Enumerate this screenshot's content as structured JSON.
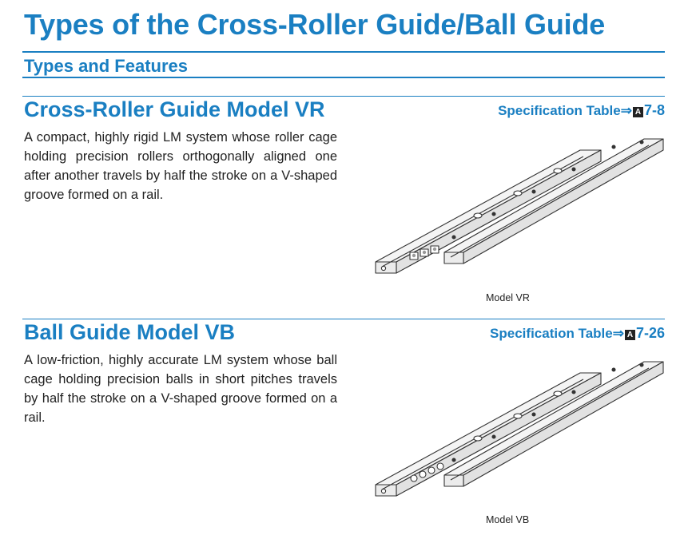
{
  "page": {
    "title": "Types of the Cross-Roller Guide/Ball Guide",
    "section_title": "Types and Features"
  },
  "products": [
    {
      "heading": "Cross-Roller Guide Model VR",
      "spec_label": "Specification Table⇒",
      "spec_badge": "A",
      "spec_page": "7-8",
      "description": "A compact, highly rigid LM system whose roller cage holding precision rollers orthogonally aligned one after another travels by half the stroke on a V-shaped groove formed on a rail.",
      "caption": "Model VR"
    },
    {
      "heading": "Ball Guide Model VB",
      "spec_label": "Specification Table⇒",
      "spec_badge": "A",
      "spec_page": "7-26",
      "description": "A low-friction, highly accurate LM system whose ball cage holding precision balls in short pitches travels by half the stroke on a V-shaped groove formed on a rail.",
      "caption": "Model VB"
    }
  ],
  "colors": {
    "accent": "#1a7fc2",
    "text": "#222222",
    "rail_fill": "#f4f4f4",
    "rail_stroke": "#333333"
  }
}
